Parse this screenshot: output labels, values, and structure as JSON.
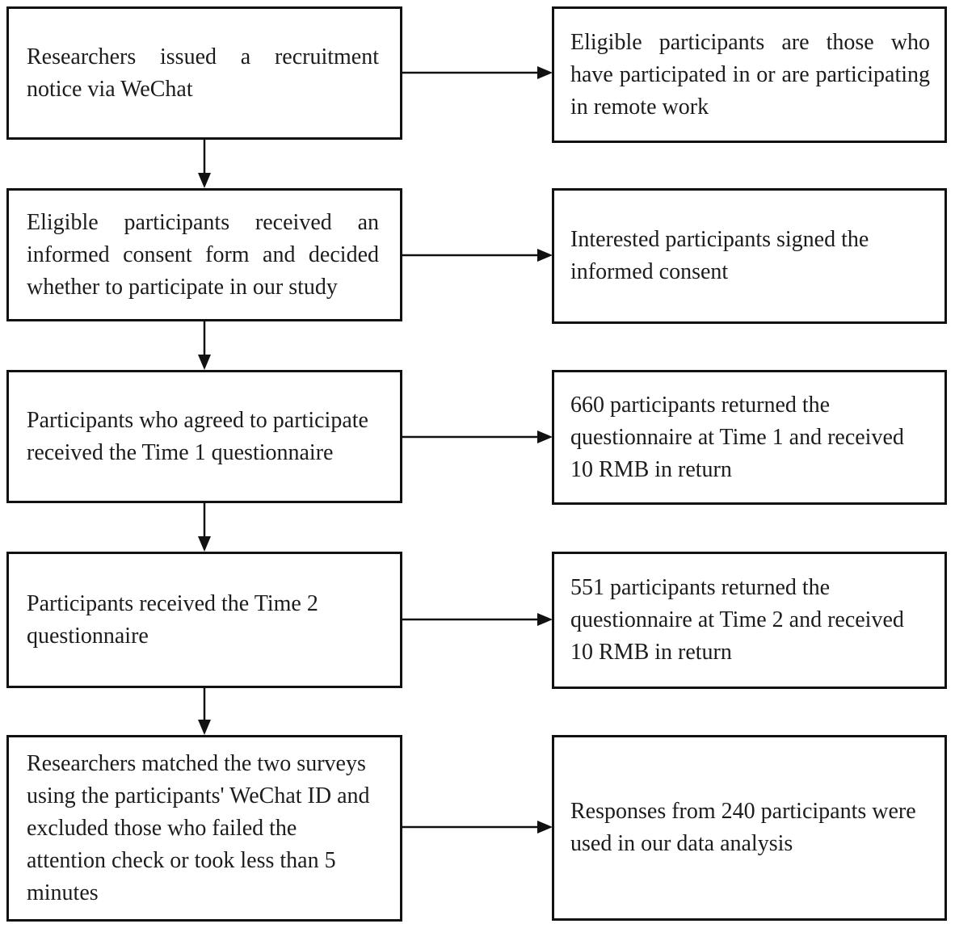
{
  "flow": {
    "rows": [
      {
        "left": {
          "text": "Researchers issued a recruitment notice via WeChat",
          "lines": [
            "Researchers issued a recruitment",
            "notice via WeChat"
          ]
        },
        "right": {
          "text": "Eligible participants are those who have participated in or are participating in remote work",
          "lines": [
            "Eligible participants are those who",
            "have participated in or are participating",
            "in remote work"
          ]
        }
      },
      {
        "left": {
          "text": "Eligible participants received an informed consent form and decided whether to participate in our study",
          "lines": [
            "Eligible participants received an",
            "informed consent form and decided",
            "whether to participate in our study"
          ]
        },
        "right": {
          "text": "Interested participants signed the informed consent",
          "lines": [
            "Interested participants signed the",
            "informed consent"
          ]
        }
      },
      {
        "left": {
          "text": "Participants who agreed to participate received the Time 1 questionnaire",
          "lines": [
            "Participants who agreed to participate",
            "received the Time 1 questionnaire"
          ]
        },
        "right": {
          "text": "660 participants returned the questionnaire at Time 1 and received 10 RMB in return",
          "lines": [
            "660 participants returned the",
            "questionnaire at Time 1 and received",
            "10 RMB in return"
          ]
        }
      },
      {
        "left": {
          "text": "Participants received the Time 2 questionnaire",
          "lines": [
            "Participants received the Time 2",
            "questionnaire"
          ]
        },
        "right": {
          "text": "551 participants returned the questionnaire at Time 2 and received 10 RMB in return",
          "lines": [
            "551 participants returned the",
            "questionnaire at Time 2 and received",
            "10 RMB in return"
          ]
        }
      },
      {
        "left": {
          "text": "Researchers matched the two surveys using the participants' WeChat ID and excluded those who failed the attention check or took less than 5 minutes",
          "lines": [
            "Researchers matched the two surveys",
            "using the participants' WeChat ID and",
            "excluded those who failed the",
            "attention check or took less than 5",
            "minutes"
          ]
        },
        "right": {
          "text": "Responses from 240 participants were used in our data analysis",
          "lines": [
            "Responses from 240 participants were",
            "used in our data analysis"
          ]
        }
      }
    ]
  },
  "colors": {
    "background": "#ffffff",
    "box_border": "#111111",
    "text": "#1c1c1c",
    "arrow": "#111111"
  }
}
